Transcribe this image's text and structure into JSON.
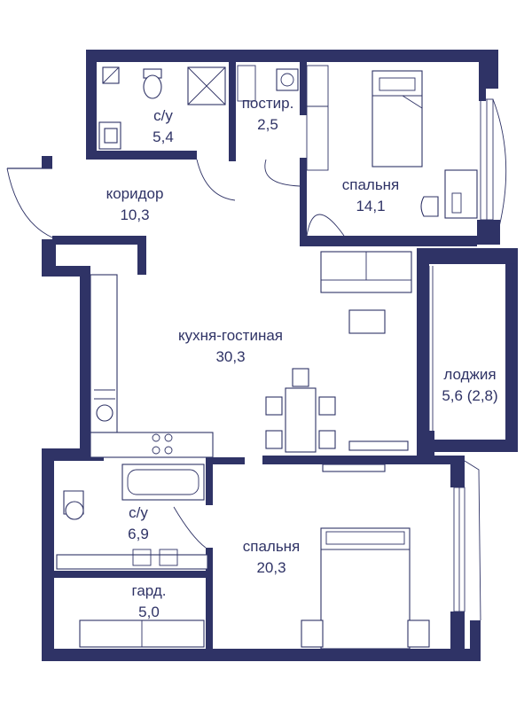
{
  "colors": {
    "wall": "#2f3366",
    "background": "#ffffff"
  },
  "rooms": {
    "bath1": {
      "name": "с/у",
      "area": "5,4"
    },
    "laundry": {
      "name": "постир.",
      "area": "2,5"
    },
    "bedroom1": {
      "name": "спальня",
      "area": "14,1"
    },
    "corridor": {
      "name": "коридор",
      "area": "10,3"
    },
    "kitchen": {
      "name": "кухня-гостиная",
      "area": "30,3"
    },
    "loggia": {
      "name": "лоджия",
      "area": "5,6 (2,8)"
    },
    "bath2": {
      "name": "с/у",
      "area": "6,9"
    },
    "bedroom2": {
      "name": "спальня",
      "area": "20,3"
    },
    "wardrobe": {
      "name": "гард.",
      "area": "5,0"
    }
  }
}
